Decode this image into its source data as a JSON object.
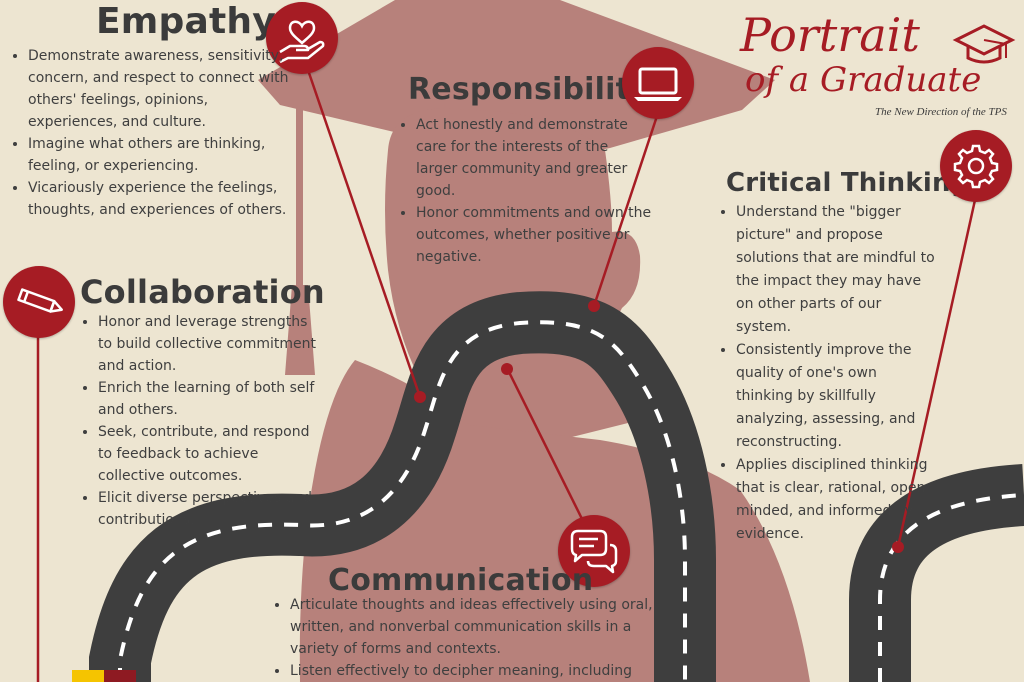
{
  "colors": {
    "background": "#ede5d1",
    "silhouette": "#b7817b",
    "road": "#3e3e3e",
    "road_dash": "#ffffff",
    "accent": "#a61c24",
    "text": "#3f3f3f",
    "gold": "#f5c400"
  },
  "logo": {
    "line1": "Portrait",
    "line2": "of a Graduate",
    "tagline": "The New Direction of the TPS",
    "icon": "graduation-cap-icon"
  },
  "sections": {
    "empathy": {
      "title": "Empathy",
      "icon": "heart-hand-icon",
      "bullets": [
        "Demonstrate awareness, sensitivity, concern, and respect to connect with others' feelings, opinions, experiences, and culture.",
        "Imagine what others are thinking, feeling, or experiencing.",
        "Vicariously experience the feelings, thoughts, and experiences of others."
      ]
    },
    "responsibility": {
      "title": "Responsibility",
      "icon": "laptop-icon",
      "bullets": [
        "Act honestly and demonstrate care for the interests of the larger community and greater good.",
        "Honor commitments and own the outcomes, whether positive or negative."
      ]
    },
    "critical_thinking": {
      "title": "Critical Thinking",
      "icon": "gear-icon",
      "bullets": [
        "Understand the \"bigger picture\" and propose solutions that are mindful to the impact they may have on other parts of our system.",
        "Consistently improve the quality of one's own thinking by skillfully analyzing, assessing, and reconstructing.",
        "Applies disciplined thinking that is clear, rational, open-minded, and informed by evidence."
      ]
    },
    "collaboration": {
      "title": "Collaboration",
      "icon": "pencil-icon",
      "bullets": [
        "Honor and leverage strengths to build collective commitment and action.",
        "Enrich the learning of both self and others.",
        "Seek, contribute, and respond to feedback to achieve collective outcomes.",
        "Elicit diverse perspectives and contributions."
      ]
    },
    "communication": {
      "title": "Communication",
      "icon": "chat-bubbles-icon",
      "bullets": [
        "Articulate thoughts and ideas effectively using oral, written, and nonverbal communication skills in a variety of forms and contexts.",
        "Listen effectively to decipher meaning, including"
      ]
    }
  }
}
